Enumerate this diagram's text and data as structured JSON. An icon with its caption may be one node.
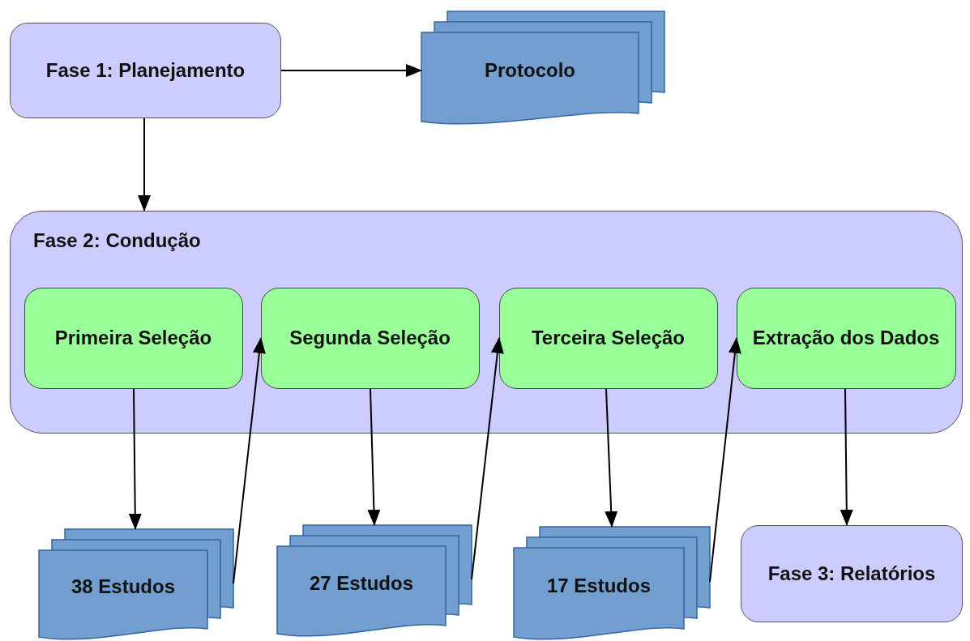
{
  "diagram": {
    "nodes": [
      {
        "text": [
          "Fase 1: Planejamento"
        ]
      },
      {
        "text": [
          "Protocolo"
        ]
      },
      {
        "text": [
          "Fase 2: Condução"
        ]
      },
      {
        "text": [
          "Primeira Seleção"
        ],
        "in": 2
      },
      {
        "text": [
          "Segunda Seleção"
        ],
        "in": 2
      },
      {
        "text": [
          "Terceira Seleção"
        ],
        "in": 2
      },
      {
        "text": [
          "Extração dos Dados"
        ],
        "in": 2
      },
      {
        "text": [
          "38 Estudos"
        ]
      },
      {
        "text": [
          "27 Estudos"
        ]
      },
      {
        "text": [
          "17 Estudos"
        ]
      },
      {
        "text": [
          "Fase 3: Relatórios"
        ]
      }
    ],
    "edges": [
      {
        "from": 0,
        "to": 1,
        "arrow": "to"
      },
      {
        "from": 0,
        "to": 2,
        "arrow": "to"
      },
      {
        "from": 3,
        "to": 7,
        "arrow": "to"
      },
      {
        "from": 7,
        "to": 4,
        "arrow": "to"
      },
      {
        "from": 4,
        "to": 8,
        "arrow": "to"
      },
      {
        "from": 8,
        "to": 5,
        "arrow": "to"
      },
      {
        "from": 5,
        "to": 9,
        "arrow": "to"
      },
      {
        "from": 9,
        "to": 6,
        "arrow": "to"
      },
      {
        "from": 6,
        "to": 10,
        "arrow": "to"
      }
    ]
  }
}
